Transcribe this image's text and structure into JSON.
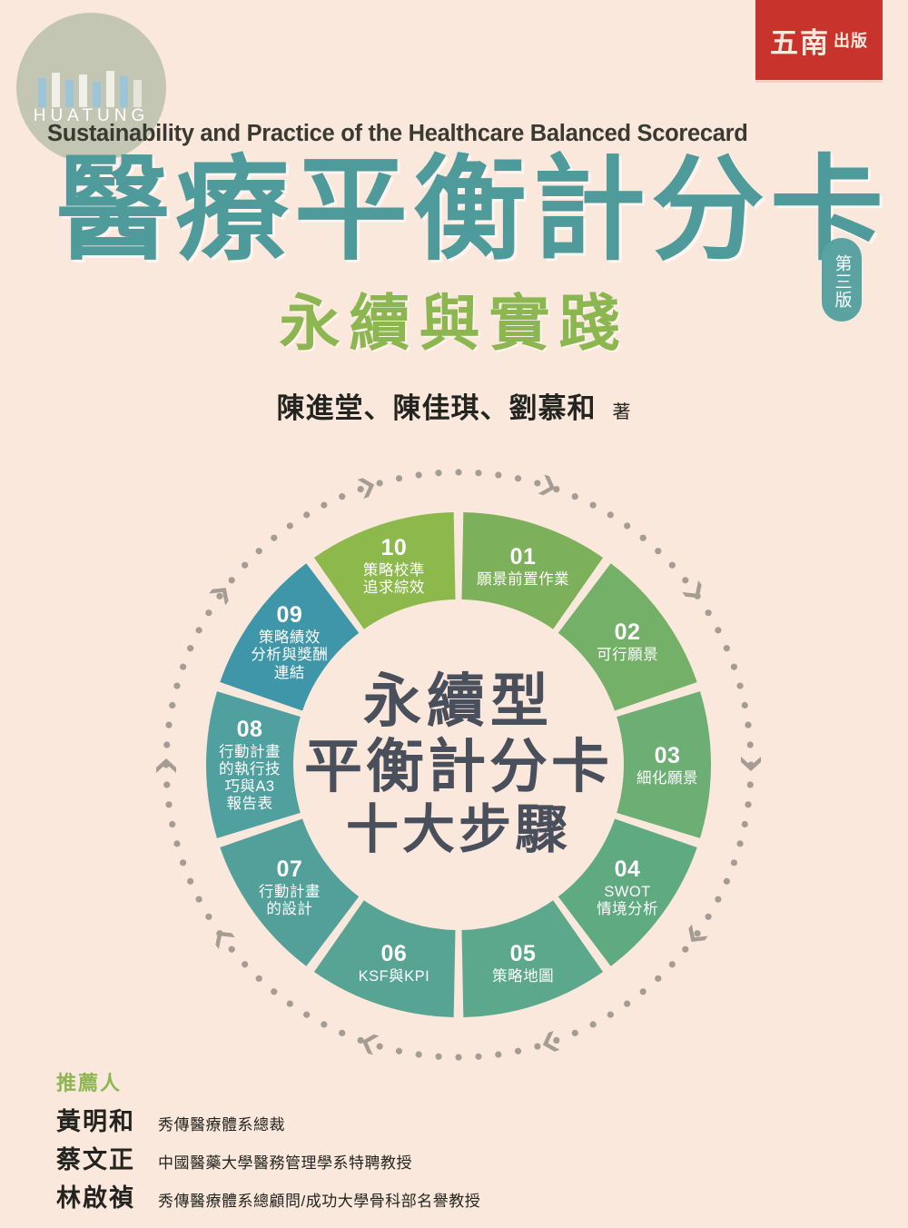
{
  "publisher": {
    "main": "五南",
    "sub": "出版",
    "color": "#c8332c"
  },
  "imprint": {
    "name": "HUATUNG",
    "badge_color": "#c2c6b2"
  },
  "english_title": "Sustainability and Practice of the Healthcare Balanced Scorecard",
  "main_title": "醫療平衡計分卡",
  "edition": "第三版",
  "sub_title": "永續與實踐",
  "authors": {
    "names": "陳進堂、陳佳琪、劉慕和",
    "role": "著"
  },
  "wheel": {
    "center": {
      "line1": "永續型",
      "line2": "平衡計分卡",
      "line3": "十大步驟"
    },
    "segments": [
      {
        "num": "01",
        "lines": [
          "願景前置作業"
        ],
        "color": "#7cb05a"
      },
      {
        "num": "02",
        "lines": [
          "可行願景"
        ],
        "color": "#74b068"
      },
      {
        "num": "03",
        "lines": [
          "細化願景"
        ],
        "color": "#6cae74"
      },
      {
        "num": "04",
        "lines": [
          "SWOT",
          "情境分析"
        ],
        "color": "#5faa81"
      },
      {
        "num": "05",
        "lines": [
          "策略地圖"
        ],
        "color": "#5ba88c"
      },
      {
        "num": "06",
        "lines": [
          "KSF與KPI"
        ],
        "color": "#57a494"
      },
      {
        "num": "07",
        "lines": [
          "行動計畫",
          "的設計"
        ],
        "color": "#53a09b"
      },
      {
        "num": "08",
        "lines": [
          "行動計畫",
          "的執行技",
          "巧與A3",
          "報告表"
        ],
        "color": "#51a0a0"
      },
      {
        "num": "09",
        "lines": [
          "策略績效",
          "分析與獎酬",
          "連結"
        ],
        "color": "#3e96a8"
      },
      {
        "num": "10",
        "lines": [
          "策略校準",
          "追求綜效"
        ],
        "color": "#8cb84c"
      }
    ]
  },
  "recommenders": {
    "heading": "推薦人",
    "people": [
      {
        "name": "黃明和",
        "title": "秀傳醫療體系總裁"
      },
      {
        "name": "蔡文正",
        "title": "中國醫藥大學醫務管理學系特聘教授"
      },
      {
        "name": "林啟禎",
        "title": "秀傳醫療體系總顧問/成功大學骨科部名譽教授"
      }
    ]
  },
  "colors": {
    "background": "#fbe8dd",
    "title_teal": "#4f9a9a",
    "subtitle_green": "#8cb750",
    "center_text": "#4a4f5c",
    "ring_dot": "#a59c93"
  }
}
